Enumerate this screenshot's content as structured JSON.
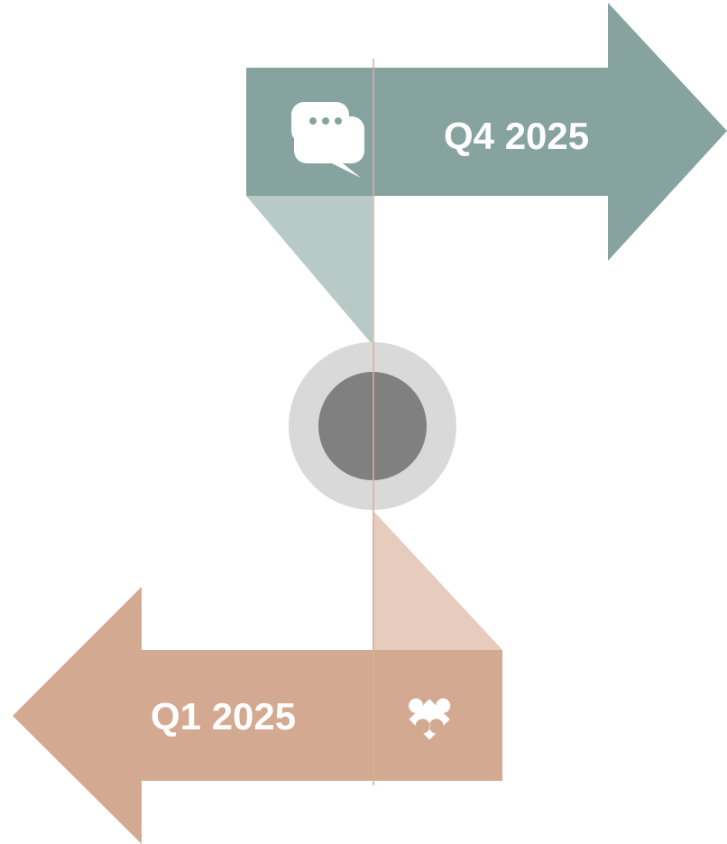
{
  "milestones": [
    {
      "label": "Q4 2025",
      "icon": "chat-bubbles-icon",
      "direction": "right",
      "color": "#86a39f",
      "fold_color": "#b7cac7"
    },
    {
      "label": "Q1 2025",
      "icon": "puzzle-piece-icon",
      "direction": "left",
      "color": "#d4a991",
      "fold_color": "#e7cbbc"
    }
  ],
  "center_marker": {
    "outer_color": "#d9d9d9",
    "inner_color": "#808080"
  },
  "axis_color": "#d9b09a"
}
